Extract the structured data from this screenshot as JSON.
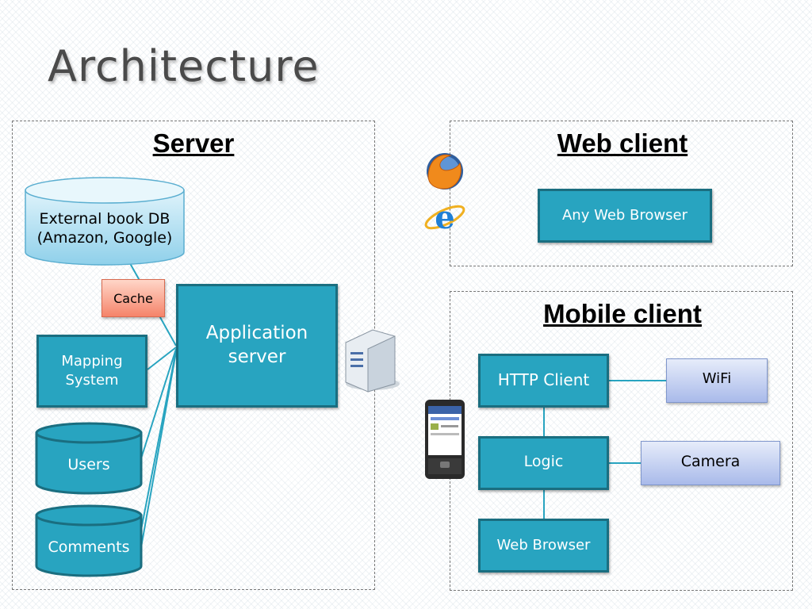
{
  "title": "Architecture",
  "server": {
    "heading": "Server",
    "external_db": {
      "line1": "External book DB",
      "line2": "(Amazon, Google)"
    },
    "cache": "Cache",
    "app_server": {
      "line1": "Application",
      "line2": "server"
    },
    "mapping": {
      "line1": "Mapping",
      "line2": "System"
    },
    "users": "Users",
    "comments": "Comments"
  },
  "web_client": {
    "heading": "Web client",
    "browser": "Any Web Browser"
  },
  "mobile_client": {
    "heading": "Mobile client",
    "http": "HTTP Client",
    "logic": "Logic",
    "browser": "Web Browser",
    "wifi": "WiFi",
    "camera": "Camera"
  },
  "icons": [
    "firefox-icon",
    "internet-explorer-icon",
    "server-tower-icon",
    "smartphone-icon"
  ],
  "colors": {
    "teal": "#28a4c0",
    "teal_border": "#1a6e80",
    "cache": "#f5846a",
    "light_blue": "#a9baea"
  }
}
